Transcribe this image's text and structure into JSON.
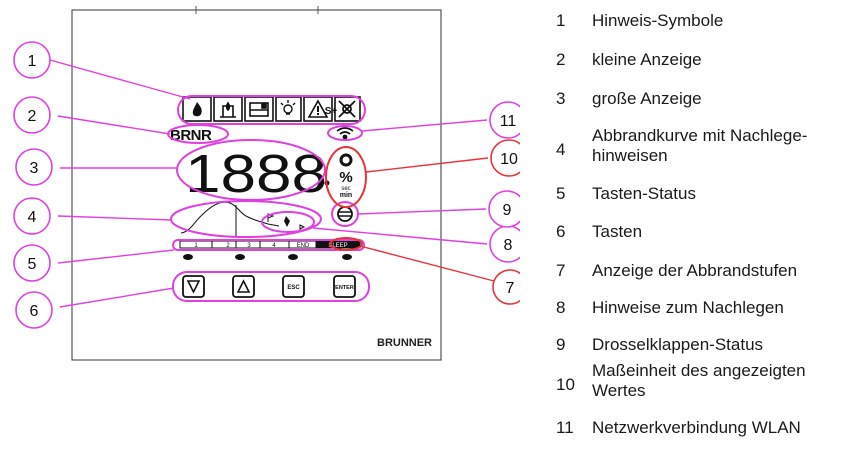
{
  "colors": {
    "callout": "#e040e0",
    "callout_alt": "#e8333a",
    "ink": "#111111"
  },
  "device": {
    "brand": "BRUNNER",
    "small_display": "BRNR",
    "big_display": "1888",
    "unit_percent": "%",
    "unit_sec": "sec",
    "unit_min": "min",
    "stages": [
      "1",
      "2",
      "3",
      "4",
      "END",
      "SLEEP"
    ],
    "icons": [
      "flame-icon",
      "fireplace-icon",
      "door-icon",
      "bulb-icon",
      "warning-icon",
      "s-plus-icon",
      "no-fan-icon"
    ],
    "s_plus_label": "S+",
    "keys": [
      {
        "name": "down-key",
        "label": ""
      },
      {
        "name": "up-key",
        "label": ""
      },
      {
        "name": "esc-key",
        "label": "ESC"
      },
      {
        "name": "enter-key",
        "label": "ENTER"
      }
    ]
  },
  "callouts": [
    "1",
    "2",
    "3",
    "4",
    "5",
    "6",
    "7",
    "8",
    "9",
    "10",
    "11"
  ],
  "legend": [
    {
      "num": "1",
      "text": "Hinweis-Symbole"
    },
    {
      "num": "2",
      "text": "kleine Anzeige"
    },
    {
      "num": "3",
      "text": "große Anzeige"
    },
    {
      "num": "4",
      "text": "Abbrandkurve mit Nachlege-hinweisen"
    },
    {
      "num": "5",
      "text": "Tasten-Status"
    },
    {
      "num": "6",
      "text": "Tasten"
    },
    {
      "num": "7",
      "text": "Anzeige der Abbrandstufen"
    },
    {
      "num": "8",
      "text": "Hinweise zum Nachlegen"
    },
    {
      "num": "9",
      "text": "Drosselklappen-Status"
    },
    {
      "num": "10",
      "text": "Maßeinheit des angezeigten Wertes"
    },
    {
      "num": "11",
      "text": "Netzwerkverbindung WLAN"
    }
  ]
}
